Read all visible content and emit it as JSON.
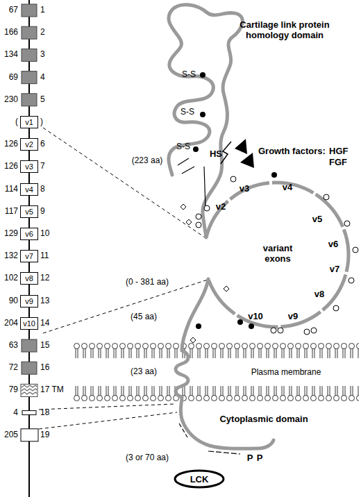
{
  "diagram": {
    "nodes": [
      {
        "text": [
          "v1"
        ]
      },
      {
        "text": [
          "v2"
        ]
      },
      {
        "text": [
          "v3"
        ]
      },
      {
        "text": [
          "v4"
        ]
      },
      {
        "text": [
          "v5"
        ]
      },
      {
        "text": [
          "v6"
        ]
      },
      {
        "text": [
          "v7"
        ]
      },
      {
        "text": [
          "v8"
        ]
      },
      {
        "text": [
          "v9"
        ]
      },
      {
        "text": [
          "v10"
        ]
      },
      {
        "text": [
          "LCK"
        ]
      }
    ],
    "labels": [
      "67",
      "1",
      "166",
      "2",
      "134",
      "3",
      "69",
      "4",
      "230",
      "5",
      "(",
      ")",
      "126",
      "6",
      "126",
      "7",
      "114",
      "8",
      "117",
      "9",
      "129",
      "10",
      "132",
      "11",
      "102",
      "12",
      "90",
      "13",
      "204",
      "14",
      "63",
      "15",
      "72",
      "16",
      "79",
      "17 TM",
      "4",
      "18",
      "205",
      "19",
      "Cartilage link protein homology domain",
      "S-S",
      "S-S",
      "S-S",
      "(223 aa)",
      "HS",
      "Growth factors:",
      "HGF",
      "FGF",
      "v2",
      "v3",
      "v4",
      "v5",
      "v6",
      "v7",
      "v8",
      "v9",
      "v10",
      "variant exons",
      "(0 - 381 aa)",
      "(45 aa)",
      "(23 aa)",
      "Plasma membrane",
      "Cytoplasmic domain",
      "(3 or 70 aa)",
      "P",
      "P"
    ]
  }
}
